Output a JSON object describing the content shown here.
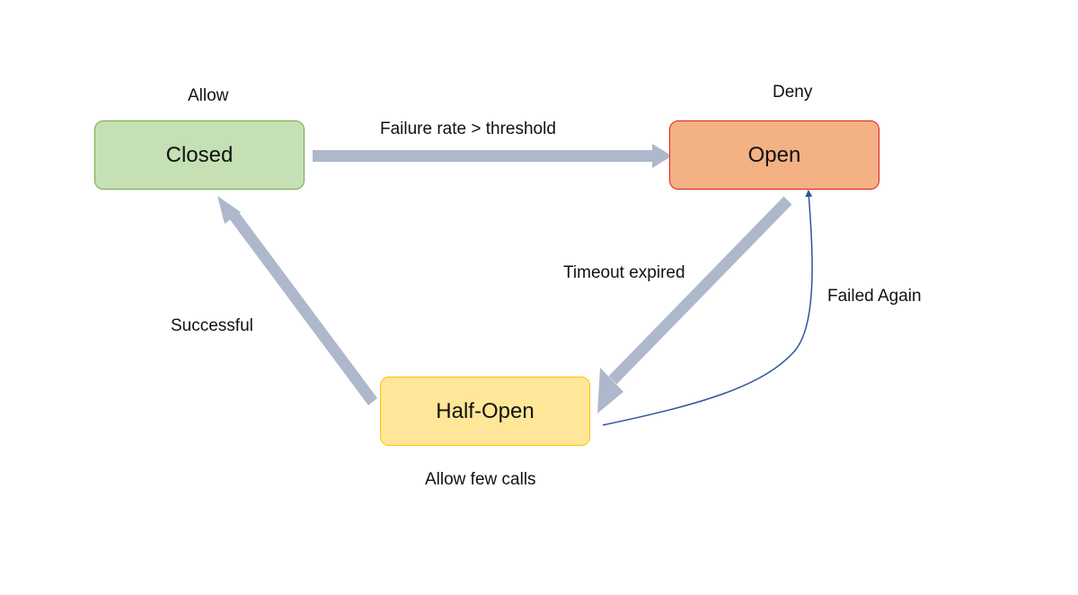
{
  "states": {
    "closed": {
      "label": "Closed",
      "policy": "Allow",
      "fill": "#c5e0b4",
      "border": "#70ad47"
    },
    "open": {
      "label": "Open",
      "policy": "Deny",
      "fill": "#f4b183",
      "border": "#e02020"
    },
    "half_open": {
      "label": "Half-Open",
      "policy": "Allow few calls",
      "fill": "#ffe699",
      "border": "#ffc000"
    }
  },
  "transitions": {
    "closed_to_open": "Failure rate > threshold",
    "open_to_half_open": "Timeout expired",
    "half_open_to_open": "Failed Again",
    "half_open_to_closed": "Successful"
  },
  "colors": {
    "thick_arrow": "#adb9ca",
    "thin_arrow": "#2f5597"
  }
}
